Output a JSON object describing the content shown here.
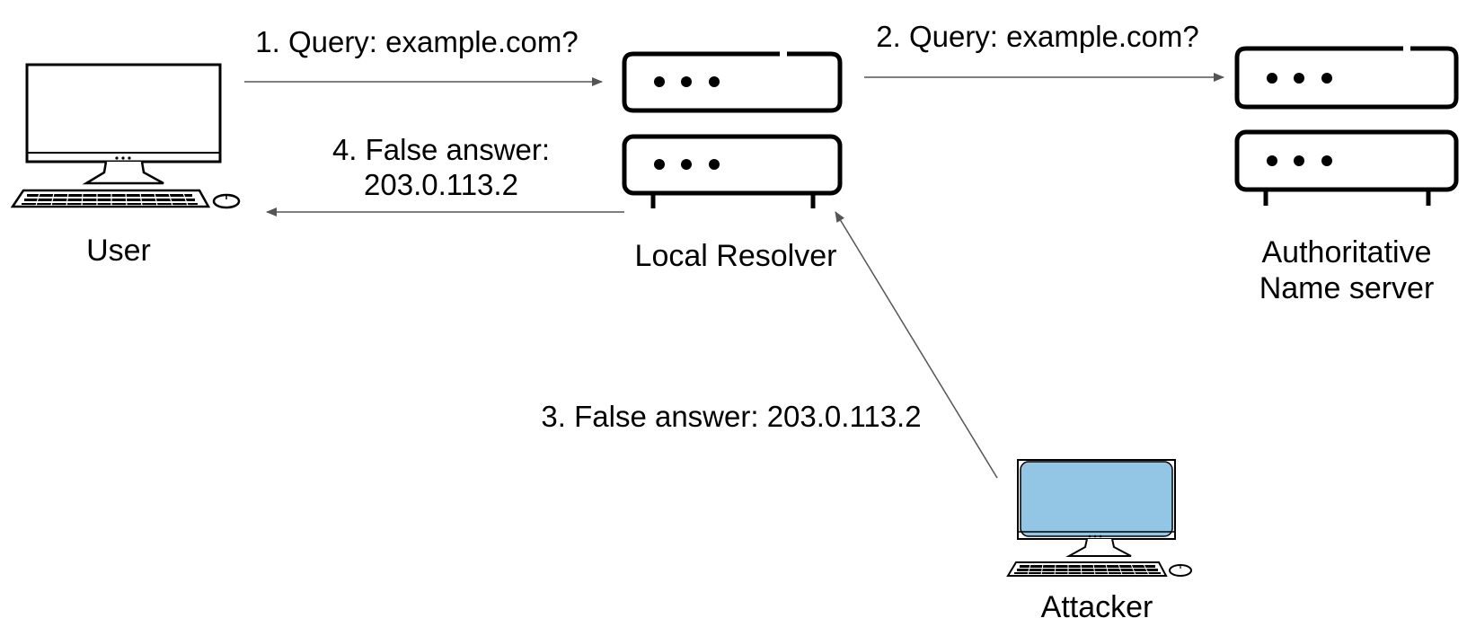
{
  "diagram": {
    "nodes": {
      "user": {
        "label": "User",
        "icon": "desktop-computer-icon"
      },
      "resolver": {
        "label": "Local Resolver",
        "icon": "server-icon"
      },
      "authoritative": {
        "label_lines": [
          "Authoritative",
          "Name server"
        ],
        "icon": "server-icon"
      },
      "attacker": {
        "label": "Attacker",
        "icon": "desktop-computer-icon"
      }
    },
    "edges": [
      {
        "id": "step-1",
        "label_lines": [
          "1. Query: example.com?"
        ],
        "from": "user",
        "to": "resolver"
      },
      {
        "id": "step-2",
        "label_lines": [
          "2. Query: example.com?"
        ],
        "from": "resolver",
        "to": "authoritative"
      },
      {
        "id": "step-3",
        "label_lines": [
          "3. False answer: 203.0.113.2"
        ],
        "from": "attacker",
        "to": "resolver"
      },
      {
        "id": "step-4",
        "label_lines": [
          "4. False answer:",
          "203.0.113.2"
        ],
        "from": "resolver",
        "to": "user"
      }
    ],
    "colors": {
      "stroke": "#000000",
      "arrow": "#555555",
      "attacker_screen": "#93c5e4"
    }
  }
}
